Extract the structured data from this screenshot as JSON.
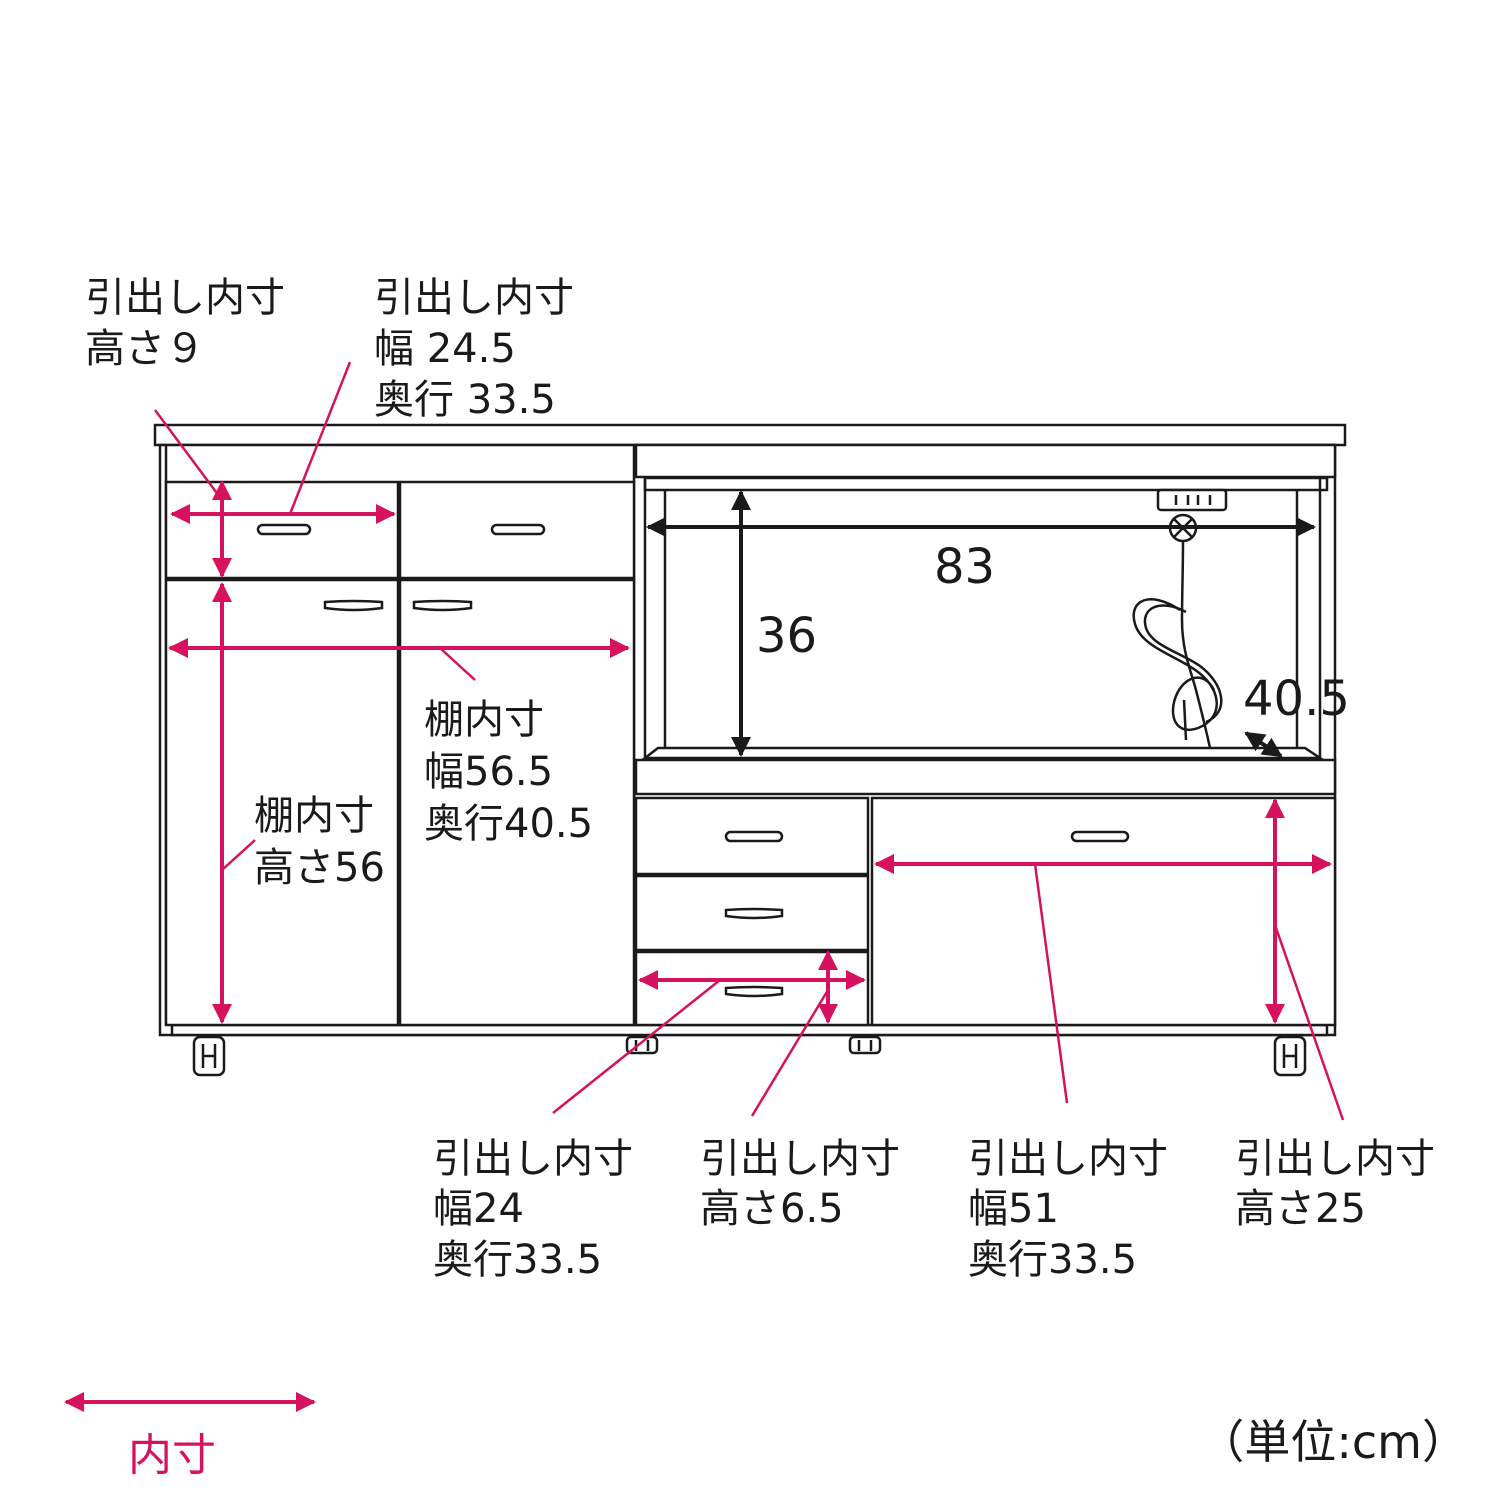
{
  "colors": {
    "inner_dimension": "#d6125e",
    "outline": "#1a1a1a"
  },
  "labels": {
    "top_left": [
      "引出し内寸",
      "高さ９"
    ],
    "top_middle": [
      "引出し内寸",
      "幅 24.5",
      "奥行 33.5"
    ],
    "shelf_width": [
      "棚内寸",
      "幅56.5",
      "奥行40.5"
    ],
    "shelf_height": [
      "棚内寸",
      "高さ56"
    ],
    "open_width": "83",
    "open_height": "36",
    "open_depth": "40.5",
    "bottom_drawer_width": [
      "引出し内寸",
      "幅24",
      "奥行33.5"
    ],
    "bottom_drawer_height": [
      "引出し内寸",
      "高さ6.5"
    ],
    "big_drawer_width": [
      "引出し内寸",
      "幅51",
      "奥行33.5"
    ],
    "big_drawer_height": [
      "引出し内寸",
      "高さ25"
    ]
  },
  "legend": {
    "label": "内寸",
    "icon": "double-arrow-icon"
  },
  "unit": "（単位:cm）"
}
